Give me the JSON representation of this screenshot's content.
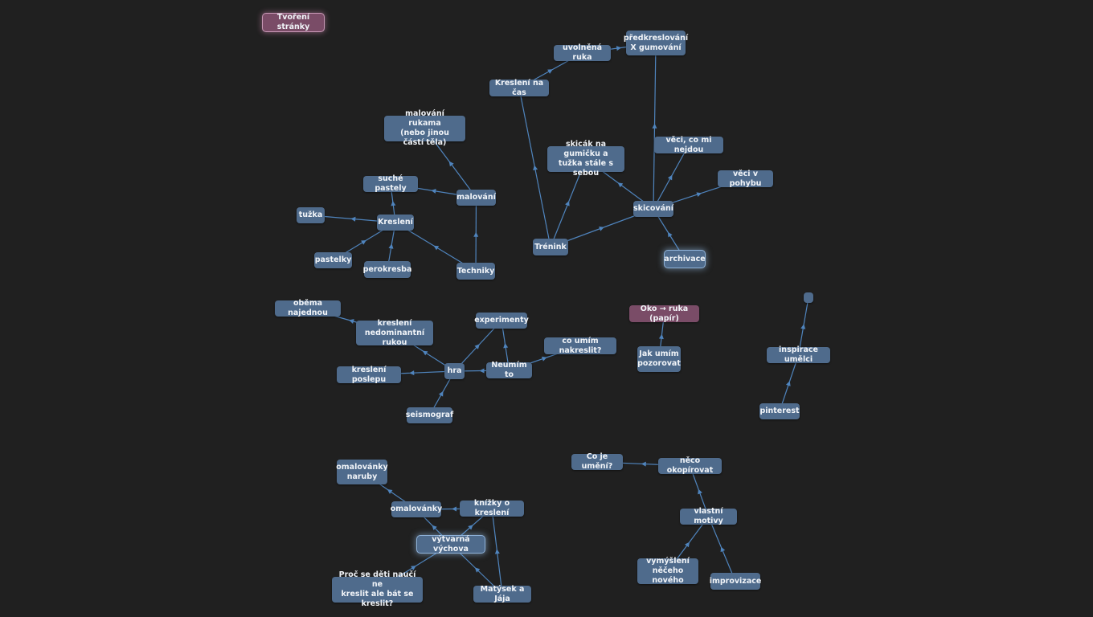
{
  "colors": {
    "background": "#202020",
    "node": "#4f6b8c",
    "node_root": "#7a4c67",
    "edge": "#4f84bd",
    "text": "#f1f4f8"
  },
  "nodes": {
    "tvoreni_stranky": "Tvoření stránky",
    "predkreslovani": "předkreslování\nX gumování",
    "uvolnena_ruka": "uvolněná ruka",
    "kresleni_na_cas": "Kreslení na čas",
    "malovani_rukama": "malování rukama\n(nebo jinou částí těla)",
    "skicak": "skicák na gumičku a\ntužka stále s sebou",
    "veci_co_mi_nejdou": "věci, co mi nejdou",
    "veci_v_pohybu": "věci v pohybu",
    "suche_pastely": "suché pastely",
    "malovani": "malování",
    "tuzka": "tužka",
    "kresleni": "Kreslení",
    "skicovani": "skicování",
    "trenink": "Trénink",
    "pastelky": "pastelky",
    "perokresba": "perokresba",
    "techniky": "Techniky",
    "archivace": "archivace",
    "obema_najednou": "oběma najednou",
    "kresleni_nedominantni": "kreslení\nnedominantní rukou",
    "experimenty": "experimenty",
    "oko_ruka": "Oko → ruka (papír)",
    "co_umim_nakreslit": "co umím nakreslit?",
    "hra": "hra",
    "neumim_to": "Neumím to",
    "jak_umim_pozorovat": "Jak umím\npozorovat",
    "inspirace_umelci": "inspirace umělci",
    "kresleni_poslepu": "kreslení poslepu",
    "seismograf": "seismograf",
    "pinterest": "pinterest",
    "blank": "",
    "co_je_umeni": "Co je umění?",
    "neco_okopirovat": "něco okopírovat",
    "omalovanky_naruby": "omalovánky\nnaruby",
    "omalovanky": "omalovánky",
    "knizky_o_kresleni": "knížky o kreslení",
    "vlastni_motivy": "vlastní motivy",
    "vytvarna_vychova": "výtvarná výchova",
    "vymysleni": "vymýšlení\nněčeho nového",
    "improvizace": "improvizace",
    "proc_se_deti": "Proč se děti naučí ne\nkreslit ale bát se kreslit?",
    "matysek_a_jaja": "Matýsek a Jája"
  },
  "edges": [
    [
      "uvolnena_ruka",
      "kresleni_na_cas"
    ],
    [
      "predkreslovani",
      "uvolnena_ruka"
    ],
    [
      "kresleni_na_cas",
      "trenink"
    ],
    [
      "skicak",
      "trenink"
    ],
    [
      "skicovani",
      "trenink"
    ],
    [
      "skicak",
      "skicovani"
    ],
    [
      "predkreslovani",
      "skicovani"
    ],
    [
      "veci_co_mi_nejdou",
      "skicovani"
    ],
    [
      "veci_v_pohybu",
      "skicovani"
    ],
    [
      "skicovani",
      "archivace"
    ],
    [
      "malovani_rukama",
      "malovani"
    ],
    [
      "suche_pastely",
      "malovani"
    ],
    [
      "malovani",
      "techniky"
    ],
    [
      "suche_pastely",
      "kresleni"
    ],
    [
      "tuzka",
      "kresleni"
    ],
    [
      "kresleni",
      "pastelky"
    ],
    [
      "kresleni",
      "perokresba"
    ],
    [
      "kresleni",
      "techniky"
    ],
    [
      "obema_najednou",
      "kresleni_nedominantni"
    ],
    [
      "kresleni_nedominantni",
      "hra"
    ],
    [
      "experimenty",
      "hra"
    ],
    [
      "kresleni_poslepu",
      "hra"
    ],
    [
      "hra",
      "seismograf"
    ],
    [
      "hra",
      "neumim_to"
    ],
    [
      "experimenty",
      "neumim_to"
    ],
    [
      "co_umim_nakreslit",
      "neumim_to"
    ],
    [
      "oko_ruka",
      "jak_umim_pozorovat"
    ],
    [
      "blank",
      "inspirace_umelci"
    ],
    [
      "inspirace_umelci",
      "pinterest"
    ],
    [
      "co_je_umeni",
      "neco_okopirovat"
    ],
    [
      "neco_okopirovat",
      "vlastni_motivy"
    ],
    [
      "vlastni_motivy",
      "vymysleni"
    ],
    [
      "vlastni_motivy",
      "improvizace"
    ],
    [
      "omalovanky_naruby",
      "omalovanky"
    ],
    [
      "omalovanky",
      "knizky_o_kresleni"
    ],
    [
      "omalovanky",
      "vytvarna_vychova"
    ],
    [
      "knizky_o_kresleni",
      "vytvarna_vychova"
    ],
    [
      "knizky_o_kresleni",
      "matysek_a_jaja"
    ],
    [
      "vytvarna_vychova",
      "proc_se_deti"
    ],
    [
      "vytvarna_vychova",
      "matysek_a_jaja"
    ]
  ]
}
